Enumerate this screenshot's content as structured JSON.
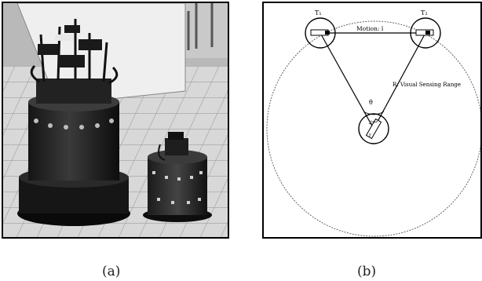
{
  "figure": {
    "panel_a": {
      "caption": "(a)"
    },
    "panel_b": {
      "caption": "(b)",
      "labels": {
        "target_1": "T₁",
        "target_2": "T₂",
        "observer": "r",
        "motion": "Motion: l",
        "range": "R: Visual Sensing Range",
        "angle": "θ"
      }
    }
  }
}
